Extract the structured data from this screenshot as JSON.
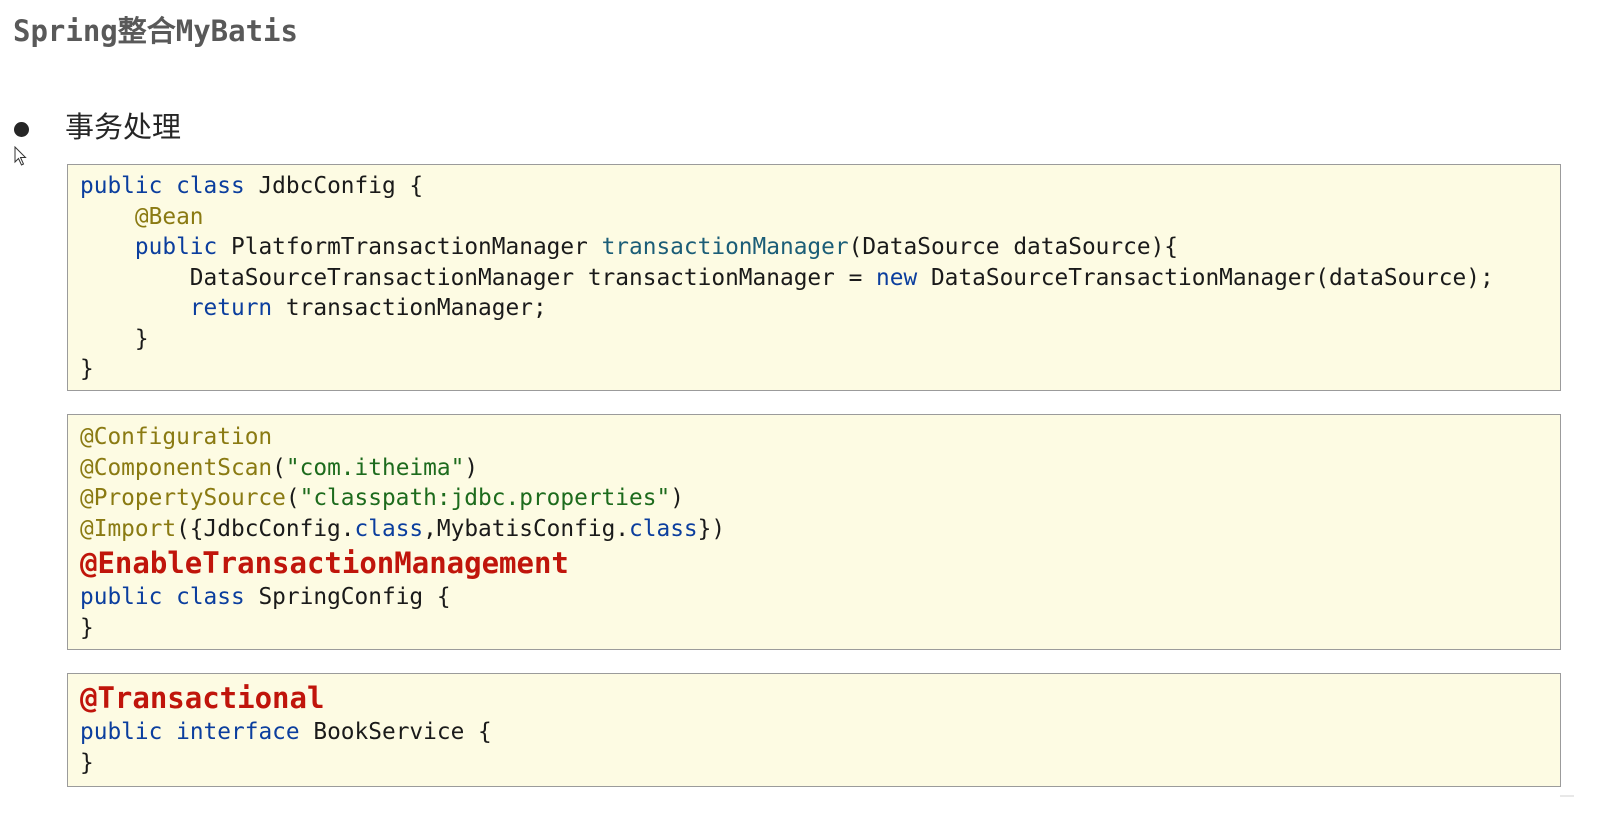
{
  "title": "Spring整合MyBatis",
  "bullet": {
    "label": "事务处理"
  },
  "code_blocks": [
    {
      "lines": [
        [
          [
            "kw",
            "public"
          ],
          [
            "t",
            " "
          ],
          [
            "kw",
            "class"
          ],
          [
            "t",
            " JdbcConfig {"
          ]
        ],
        [
          [
            "t",
            "    "
          ],
          [
            "ann",
            "@Bean"
          ]
        ],
        [
          [
            "t",
            "    "
          ],
          [
            "kw",
            "public"
          ],
          [
            "t",
            " PlatformTransactionManager "
          ],
          [
            "mth",
            "transactionManager"
          ],
          [
            "t",
            "(DataSource dataSource){"
          ]
        ],
        [
          [
            "t",
            "        DataSourceTransactionManager transactionManager = "
          ],
          [
            "kw",
            "new"
          ],
          [
            "t",
            " DataSourceTransactionManager(dataSource);"
          ]
        ],
        [
          [
            "t",
            "        "
          ],
          [
            "kw",
            "return"
          ],
          [
            "t",
            " transactionManager;"
          ]
        ],
        [
          [
            "t",
            "    }"
          ]
        ],
        [
          [
            "t",
            "}"
          ]
        ]
      ]
    },
    {
      "lines": [
        [
          [
            "ann",
            "@Configuration"
          ]
        ],
        [
          [
            "ann",
            "@ComponentScan"
          ],
          [
            "t",
            "("
          ],
          [
            "str",
            "\"com.itheima\""
          ],
          [
            "t",
            ")"
          ]
        ],
        [
          [
            "ann",
            "@PropertySource"
          ],
          [
            "t",
            "("
          ],
          [
            "str",
            "\"classpath:jdbc.properties\""
          ],
          [
            "t",
            ")"
          ]
        ],
        [
          [
            "ann",
            "@Import"
          ],
          [
            "t",
            "({JdbcConfig."
          ],
          [
            "kw",
            "class"
          ],
          [
            "t",
            ",MybatisConfig."
          ],
          [
            "kw",
            "class"
          ],
          [
            "t",
            "})"
          ]
        ],
        [
          [
            "hot",
            "@EnableTransactionManagement"
          ]
        ],
        [
          [
            "kw",
            "public"
          ],
          [
            "t",
            " "
          ],
          [
            "kw",
            "class"
          ],
          [
            "t",
            " SpringConfig {"
          ]
        ],
        [
          [
            "t",
            "}"
          ]
        ]
      ]
    },
    {
      "lines": [
        [
          [
            "hot",
            "@Transactional"
          ]
        ],
        [
          [
            "kw",
            "public"
          ],
          [
            "t",
            " "
          ],
          [
            "kw",
            "interface"
          ],
          [
            "t",
            " BookService {"
          ]
        ],
        [
          [
            "t",
            "}"
          ]
        ]
      ]
    }
  ]
}
